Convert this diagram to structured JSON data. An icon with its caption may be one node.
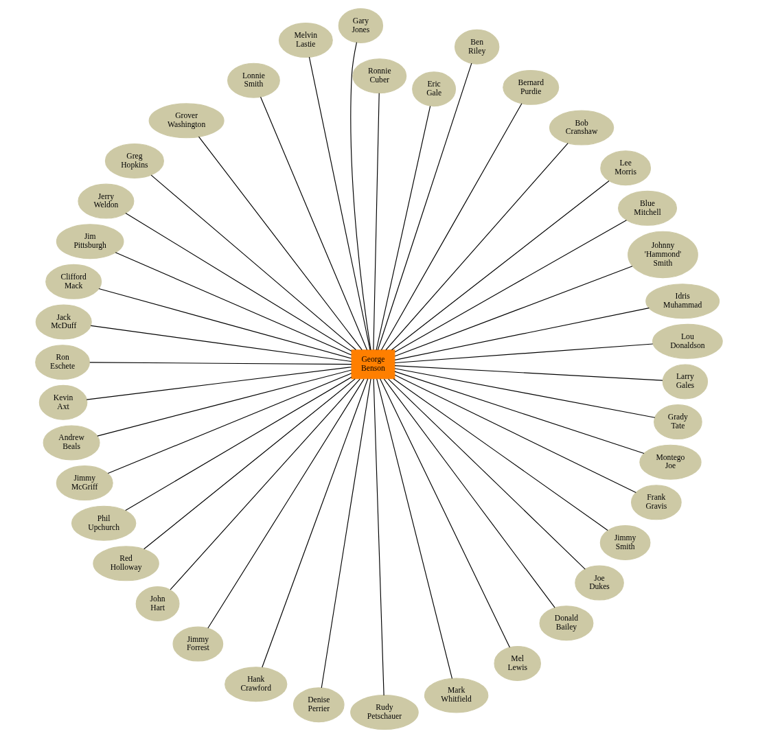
{
  "diagram": {
    "nodes": [
      {
        "text": [
          "George Benson"
        ]
      },
      {
        "text": [
          "Lou Donaldson"
        ]
      },
      {
        "text": [
          "Idris Muhammad"
        ]
      },
      {
        "text": [
          "Johnny 'Hammond' Smith"
        ]
      },
      {
        "text": [
          "Blue Mitchell"
        ]
      },
      {
        "text": [
          "Lee Morris"
        ]
      },
      {
        "text": [
          "Bob Cranshaw"
        ]
      },
      {
        "text": [
          "Bernard Purdie"
        ]
      },
      {
        "text": [
          "Ben Riley"
        ]
      },
      {
        "text": [
          "Eric Gale"
        ]
      },
      {
        "text": [
          "Ronnie Cuber"
        ]
      },
      {
        "text": [
          "Gary Jones"
        ]
      },
      {
        "text": [
          "Melvin Lastie"
        ]
      },
      {
        "text": [
          "Lonnie Smith"
        ]
      },
      {
        "text": [
          "Grover Washington"
        ]
      },
      {
        "text": [
          "Greg Hopkins"
        ]
      },
      {
        "text": [
          "Jerry Weldon"
        ]
      },
      {
        "text": [
          "Jim Pittsburgh"
        ]
      },
      {
        "text": [
          "Clifford Mack"
        ]
      },
      {
        "text": [
          "Jack McDuff"
        ]
      },
      {
        "text": [
          "Ron Eschete"
        ]
      },
      {
        "text": [
          "Kevin Axt"
        ]
      },
      {
        "text": [
          "Andrew Beals"
        ]
      },
      {
        "text": [
          "Jimmy McGriff"
        ]
      },
      {
        "text": [
          "Phil Upchurch"
        ]
      },
      {
        "text": [
          "Red Holloway"
        ]
      },
      {
        "text": [
          "John Hart"
        ]
      },
      {
        "text": [
          "Jimmy Forrest"
        ]
      },
      {
        "text": [
          "Hank Crawford"
        ]
      },
      {
        "text": [
          "Denise Perrier"
        ]
      },
      {
        "text": [
          "Rudy Petschauer"
        ]
      },
      {
        "text": [
          "Mark Whitfield"
        ]
      },
      {
        "text": [
          "Mel Lewis"
        ]
      },
      {
        "text": [
          "Donald Bailey"
        ]
      },
      {
        "text": [
          "Joe Dukes"
        ]
      },
      {
        "text": [
          "Jimmy Smith"
        ]
      },
      {
        "text": [
          "Frank Gravis"
        ]
      },
      {
        "text": [
          "Montego Joe"
        ]
      },
      {
        "text": [
          "Grady Tate"
        ]
      },
      {
        "text": [
          "Larry Gales"
        ]
      }
    ],
    "edges": [
      {
        "from": 0,
        "to": 1,
        "arrow": "none"
      },
      {
        "from": 0,
        "to": 2,
        "arrow": "none"
      },
      {
        "from": 0,
        "to": 3,
        "arrow": "none"
      },
      {
        "from": 0,
        "to": 4,
        "arrow": "none"
      },
      {
        "from": 0,
        "to": 5,
        "arrow": "none"
      },
      {
        "from": 0,
        "to": 6,
        "arrow": "none"
      },
      {
        "from": 0,
        "to": 7,
        "arrow": "none"
      },
      {
        "from": 0,
        "to": 8,
        "arrow": "none"
      },
      {
        "from": 0,
        "to": 9,
        "arrow": "none"
      },
      {
        "from": 0,
        "to": 10,
        "arrow": "none"
      },
      {
        "from": 0,
        "to": 11,
        "arrow": "none"
      },
      {
        "from": 0,
        "to": 12,
        "arrow": "none"
      },
      {
        "from": 0,
        "to": 13,
        "arrow": "none"
      },
      {
        "from": 0,
        "to": 14,
        "arrow": "none"
      },
      {
        "from": 0,
        "to": 15,
        "arrow": "none"
      },
      {
        "from": 0,
        "to": 16,
        "arrow": "none"
      },
      {
        "from": 0,
        "to": 17,
        "arrow": "none"
      },
      {
        "from": 0,
        "to": 18,
        "arrow": "none"
      },
      {
        "from": 0,
        "to": 19,
        "arrow": "none"
      },
      {
        "from": 0,
        "to": 20,
        "arrow": "none"
      },
      {
        "from": 0,
        "to": 21,
        "arrow": "none"
      },
      {
        "from": 0,
        "to": 22,
        "arrow": "none"
      },
      {
        "from": 0,
        "to": 23,
        "arrow": "none"
      },
      {
        "from": 0,
        "to": 24,
        "arrow": "none"
      },
      {
        "from": 0,
        "to": 25,
        "arrow": "none"
      },
      {
        "from": 0,
        "to": 26,
        "arrow": "none"
      },
      {
        "from": 0,
        "to": 27,
        "arrow": "none"
      },
      {
        "from": 0,
        "to": 28,
        "arrow": "none"
      },
      {
        "from": 0,
        "to": 29,
        "arrow": "none"
      },
      {
        "from": 0,
        "to": 30,
        "arrow": "none"
      },
      {
        "from": 0,
        "to": 31,
        "arrow": "none"
      },
      {
        "from": 0,
        "to": 32,
        "arrow": "none"
      },
      {
        "from": 0,
        "to": 33,
        "arrow": "none"
      },
      {
        "from": 0,
        "to": 34,
        "arrow": "none"
      },
      {
        "from": 0,
        "to": 35,
        "arrow": "none"
      },
      {
        "from": 0,
        "to": 36,
        "arrow": "none"
      },
      {
        "from": 0,
        "to": 37,
        "arrow": "none"
      },
      {
        "from": 0,
        "to": 38,
        "arrow": "none"
      },
      {
        "from": 0,
        "to": 39,
        "arrow": "none"
      }
    ]
  }
}
